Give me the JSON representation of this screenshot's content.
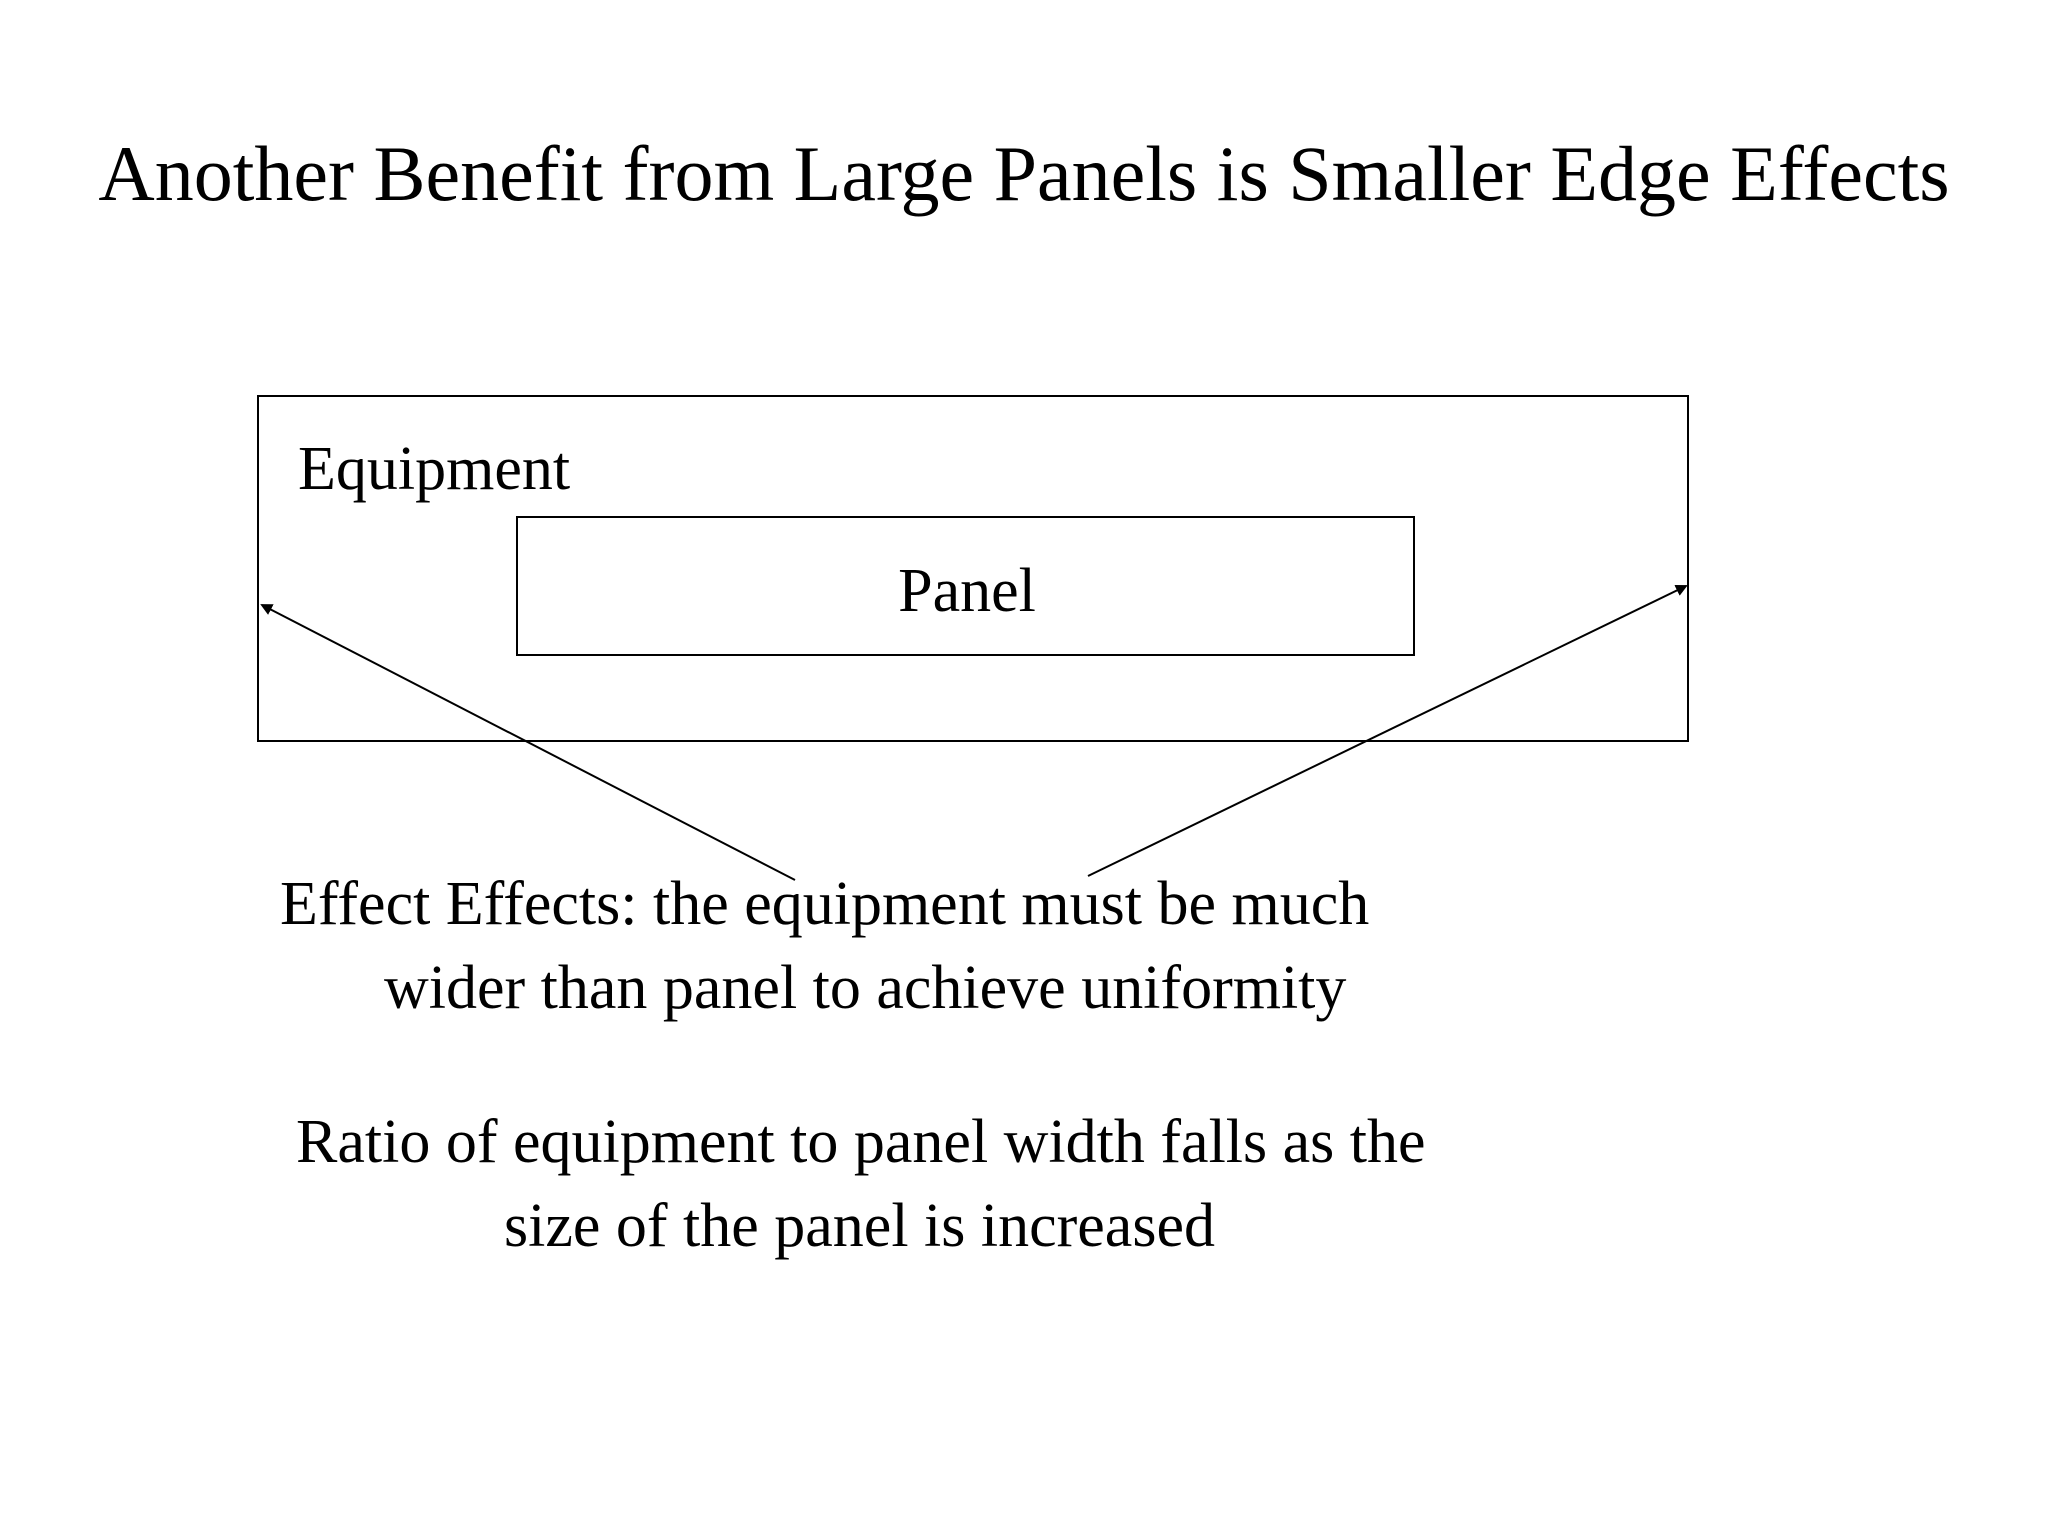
{
  "slide": {
    "title": "Another Benefit from Large Panels is Smaller Edge Effects"
  },
  "diagram": {
    "equipment_label": "Equipment",
    "panel_label": "Panel",
    "stroke_color": "#000000"
  },
  "captions": {
    "edge_effects": {
      "line1": "Effect Effects: the equipment must be much",
      "line2": "wider than panel to achieve uniformity"
    },
    "ratio": {
      "line1": "Ratio of equipment to panel width falls as the",
      "line2": "size of the panel is increased"
    }
  }
}
